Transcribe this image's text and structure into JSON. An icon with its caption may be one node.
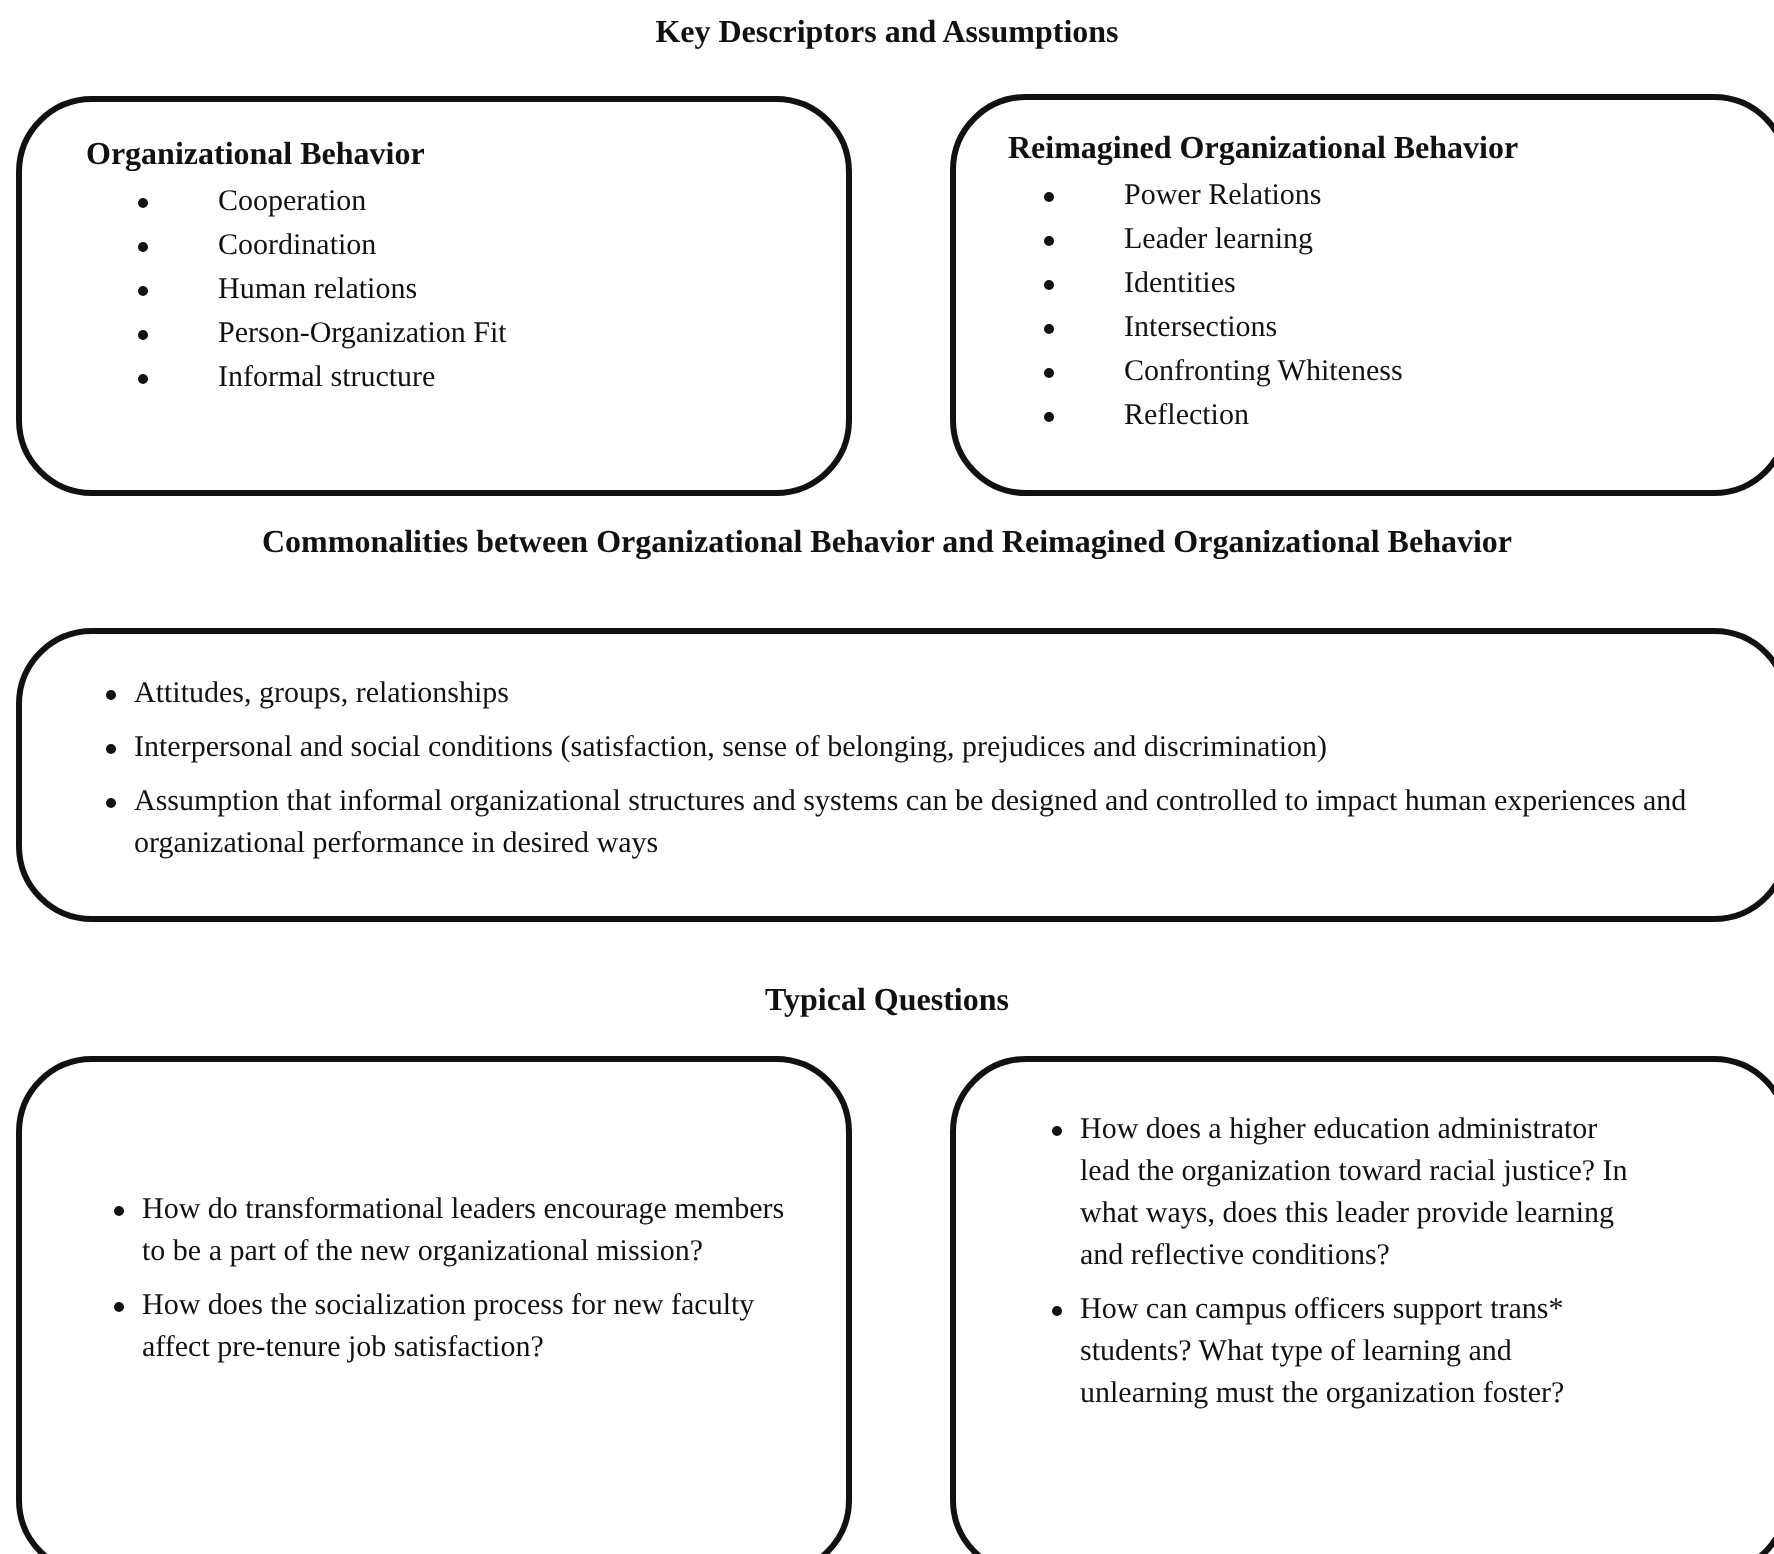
{
  "diagram": {
    "title": "Key Descriptors and Assumptions",
    "nodes": [
      {
        "text": [
          "Organizational Behavior",
          "Cooperation",
          "Coordination",
          "Human relations",
          "Person-Organization Fit",
          "Informal structure"
        ]
      },
      {
        "text": [
          "Reimagined Organizational Behavior",
          "Power Relations",
          "Leader learning",
          "Identities",
          "Intersections",
          "Confronting Whiteness",
          "Reflection"
        ]
      },
      {
        "text": [
          "Attitudes, groups, relationships",
          "Interpersonal and social conditions (satisfaction, sense of belonging, prejudices and discrimination)",
          "Assumption that informal organizational structures and systems can be designed and controlled to impact human experiences and organizational performance in desired ways"
        ]
      },
      {
        "text": [
          "How do transformational leaders encourage members to be a part of the new organizational mission?",
          "How does the socialization process for new faculty affect pre-tenure job satisfaction?"
        ]
      },
      {
        "text": [
          "How does a higher education administrator lead the organization toward racial justice? In what ways, does this leader provide learning and reflective conditions?",
          "How can campus officers support trans* students? What type of learning and unlearning must the organization foster?"
        ]
      }
    ],
    "labels": [
      "Commonalities between Organizational Behavior and Reimagined Organizational Behavior",
      "Typical Questions"
    ]
  }
}
